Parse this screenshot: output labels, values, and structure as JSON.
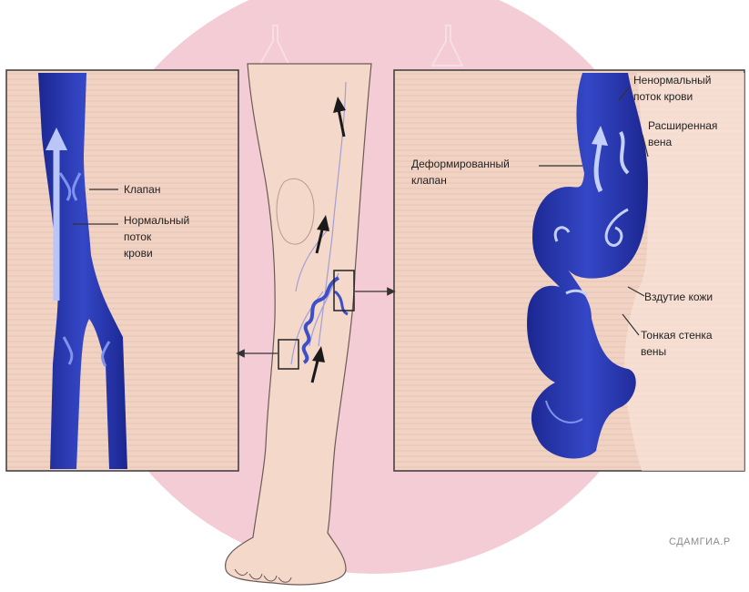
{
  "left_panel": {
    "valve_label": "Клапан",
    "normal_flow_label": [
      "Нормальный",
      "поток",
      "крови"
    ]
  },
  "right_panel": {
    "abnormal_flow_label": [
      "Ненормальный",
      "поток крови"
    ],
    "dilated_vein_label": [
      "Расширенная",
      "вена"
    ],
    "deformed_valve_label": [
      "Деформированный",
      "клапан"
    ],
    "skin_bulge_label": "Вздутие кожи",
    "thin_wall_label": [
      "Тонкая стенка",
      "вены"
    ]
  },
  "watermark": "СДАМГИА.Р",
  "colors": {
    "background_circle": "#f2c9d4",
    "panel_fill": "#f1d3c4",
    "panel_border": "#3a3a3a",
    "vein_blue": "#2433a8",
    "vein_light": "#6f86e6",
    "skin": "#f4d9cb"
  }
}
